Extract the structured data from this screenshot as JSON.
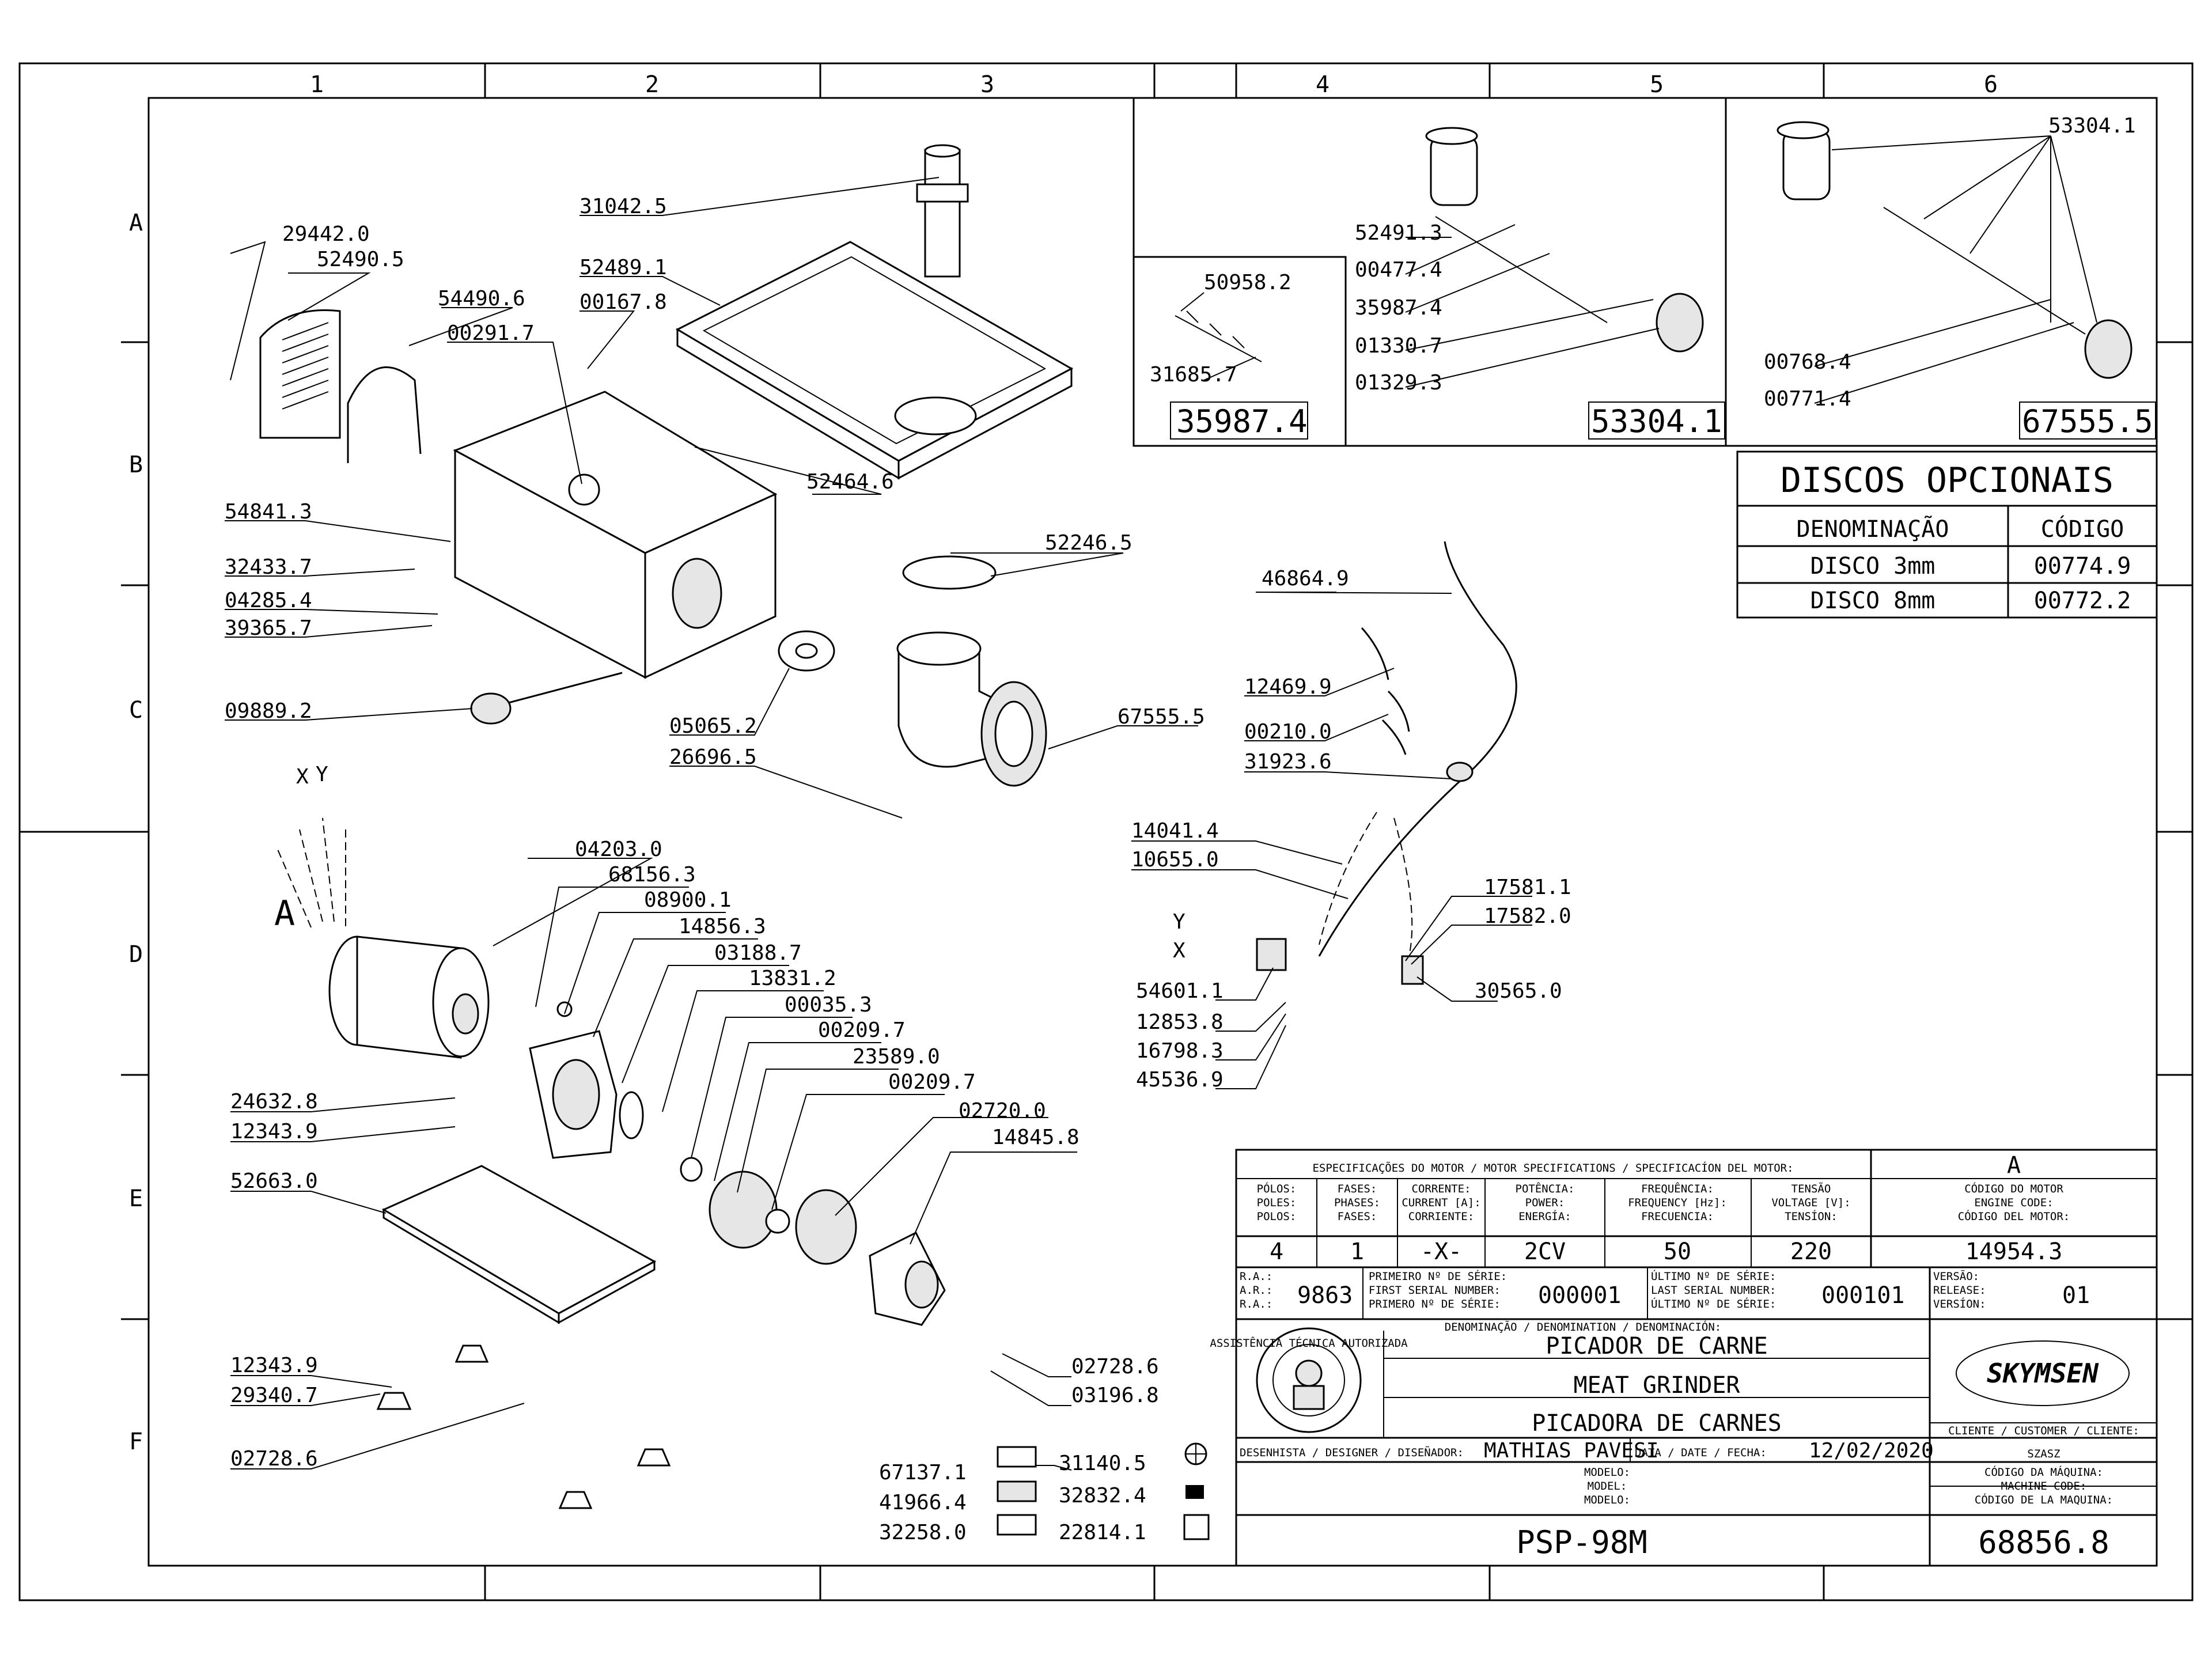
{
  "grid": {
    "columns": [
      "1",
      "2",
      "3",
      "4",
      "5",
      "6"
    ],
    "rows": [
      "A",
      "B",
      "C",
      "D",
      "E",
      "F"
    ]
  },
  "callouts": {
    "c31042_5": "31042.5",
    "c52489_1": "52489.1",
    "c00167_8": "00167.8",
    "c29442_0": "29442.0",
    "c52490_5": "52490.5",
    "c54490_6": "54490.6",
    "c00291_7": "00291.7",
    "c52464_6": "52464.6",
    "c54841_3": "54841.3",
    "c32433_7": "32433.7",
    "c04285_4": "04285.4",
    "c39365_7": "39365.7",
    "c09889_2": "09889.2",
    "c52246_5": "52246.5",
    "c05065_2": "05065.2",
    "c26696_5": "26696.5",
    "c67555_5": "67555.5",
    "c04203_0": "04203.0",
    "c68156_3": "68156.3",
    "c08900_1": "08900.1",
    "c14856_3": "14856.3",
    "c03188_7": "03188.7",
    "c13831_2": "13831.2",
    "c00035_3": "00035.3",
    "c00209_7a": "00209.7",
    "c23589_0": "23589.0",
    "c00209_7b": "00209.7",
    "c02720_0": "02720.0",
    "c14845_8": "14845.8",
    "c24632_8": "24632.8",
    "c12343_9a": "12343.9",
    "c52663_0": "52663.0",
    "c12343_9b": "12343.9",
    "c29340_7": "29340.7",
    "c02728_6a": "02728.6",
    "c02728_6b": "02728.6",
    "c03196_8": "03196.8",
    "c67137_1": "67137.1",
    "c41966_4": "41966.4",
    "c32258_0": "32258.0",
    "c31140_5": "31140.5",
    "c32832_4": "32832.4",
    "c22814_1": "22814.1",
    "c46864_9": "46864.9",
    "c12469_9": "12469.9",
    "c00210_0": "00210.0",
    "c31923_6": "31923.6",
    "c14041_4": "14041.4",
    "c10655_0": "10655.0",
    "c17581_1": "17581.1",
    "c17582_0": "17582.0",
    "c30565_0": "30565.0",
    "c54601_1": "54601.1",
    "c12853_8": "12853.8",
    "c16798_3": "16798.3",
    "c45536_9": "45536.9",
    "c50958_2": "50958.2",
    "c31685_7": "31685.7",
    "c52491_3": "52491.3",
    "c00477_4": "00477.4",
    "c35987_4s": "35987.4",
    "c01330_7": "01330.7",
    "c01329_3": "01329.3",
    "c53304_1s": "53304.1",
    "c00768_4": "00768.4",
    "c00771_4": "00771.4"
  },
  "markers": {
    "x": "X",
    "y": "Y",
    "x2": "X",
    "y2": "Y",
    "a": "A"
  },
  "subassemblies": {
    "box1": "35987.4",
    "box2": "53304.1",
    "box3": "67555.5"
  },
  "discos": {
    "title": "DISCOS OPCIONAIS",
    "header": [
      "DENOMINAÇÃO",
      "CÓDIGO"
    ],
    "rows": [
      [
        "DISCO 3mm",
        "00774.9"
      ],
      [
        "DISCO 8mm",
        "00772.2"
      ]
    ]
  },
  "title_block": {
    "motor_spec_title": "ESPECIFICAÇÕES DO MOTOR / MOTOR SPECIFICATIONS / SPECIFICACÍON DEL MOTOR:",
    "version_letter": "A",
    "col_polos": [
      "PÓLOS:",
      "POLES:",
      "POLOS:"
    ],
    "col_fases": [
      "FASES:",
      "PHASES:",
      "FASES:"
    ],
    "col_corrente": [
      "CORRENTE:",
      "CURRENT [A]:",
      "CORRIENTE:"
    ],
    "col_potencia": [
      "POTÊNCIA:",
      "POWER:",
      "ENERGÍA:"
    ],
    "col_freq": [
      "FREQUÊNCIA:",
      "FREQUENCY [Hz]:",
      "FRECUENCIA:"
    ],
    "col_tensao": [
      "TENSÃO",
      "VOLTAGE [V]:",
      "TENSÍON:"
    ],
    "col_codmotor": [
      "CÓDIGO DO MOTOR",
      "ENGINE CODE:",
      "CÓDIGO DEL MOTOR:"
    ],
    "val_polos": "4",
    "val_fases": "1",
    "val_corrente": "-X-",
    "val_potencia": "2CV",
    "val_freq": "50",
    "val_tensao": "220",
    "val_codmotor": "14954.3",
    "ra_labels": [
      "R.A.:",
      "A.R.:",
      "R.A.:"
    ],
    "ra_value": "9863",
    "first_serial_labels": [
      "PRIMEIRO Nº DE SÉRIE:",
      "FIRST SERIAL NUMBER:",
      "PRIMERO Nº DE SÉRIE:"
    ],
    "first_serial": "000001",
    "last_serial_labels": [
      "ÚLTIMO Nº DE SÉRIE:",
      "LAST SERIAL NUMBER:",
      "ÚLTIMO Nº DE SÉRIE:"
    ],
    "last_serial": "000101",
    "version_labels": [
      "VERSÃO:",
      "RELEASE:",
      "VERSÍON:"
    ],
    "version_value": "01",
    "denominacao_label": "DENOMINAÇÃO / DENOMINATION / DENOMINACIÓN:",
    "name_pt": "PICADOR DE CARNE",
    "name_en": "MEAT GRINDER",
    "name_es": "PICADORA DE CARNES",
    "brand": "SKYMSEN",
    "seal_text": "ASSISTÊNCIA TÉCNICA AUTORIZADA",
    "cliente_label": "CLIENTE / CUSTOMER / CLIENTE:",
    "cliente_value": "SZASZ",
    "designer_label": "DESENHISTA / DESIGNER / DISEÑADOR:",
    "designer_value": "MATHIAS PAVESI",
    "date_label": "DATA / DATE / FECHA:",
    "date_value": "12/02/2020",
    "modelo_labels": [
      "MODELO:",
      "MODEL:",
      "MODELO:"
    ],
    "machine_code_labels": [
      "CÓDIGO DA MÁQUINA:",
      "MACHINE CODE:",
      "CÓDIGO DE LA MAQUINA:"
    ],
    "model_value": "PSP-98M",
    "machine_code": "68856.8"
  }
}
